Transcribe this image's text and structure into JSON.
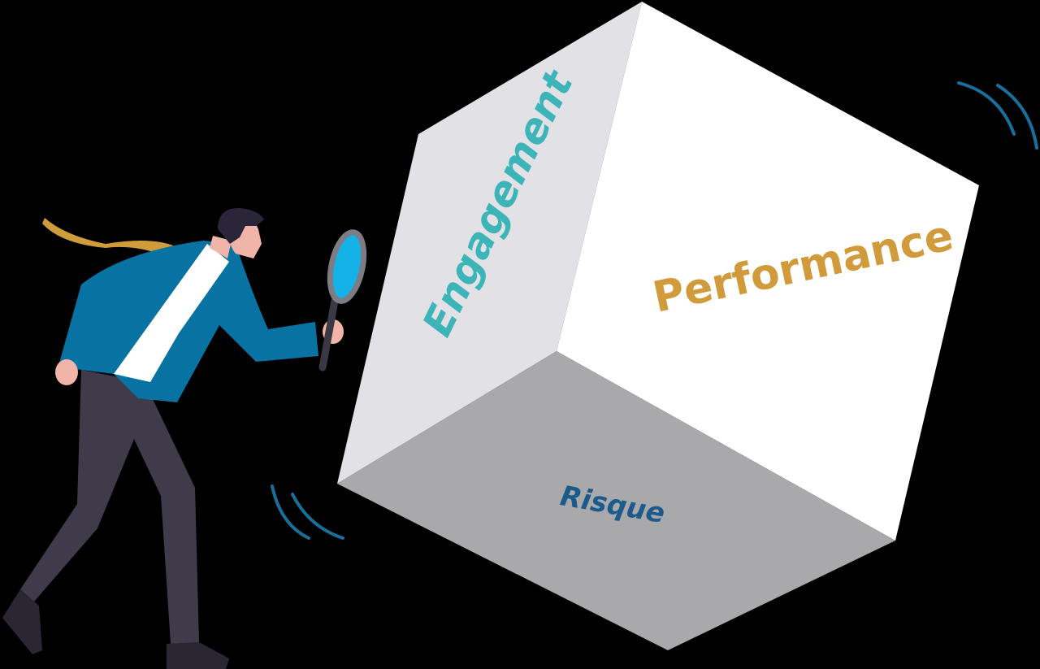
{
  "cube": {
    "left_face_label": "Engagement",
    "right_face_label": "Performance",
    "bottom_face_label": "Risque"
  },
  "colors": {
    "background": "#000000",
    "engagement": "#3cb4b8",
    "performance": "#d19b3c",
    "risque": "#1b5a8a",
    "jacket": "#0873a3",
    "tie": "#cf9b3b",
    "pants": "#3f3b4a",
    "motion_lines": "#1a6f9a"
  }
}
